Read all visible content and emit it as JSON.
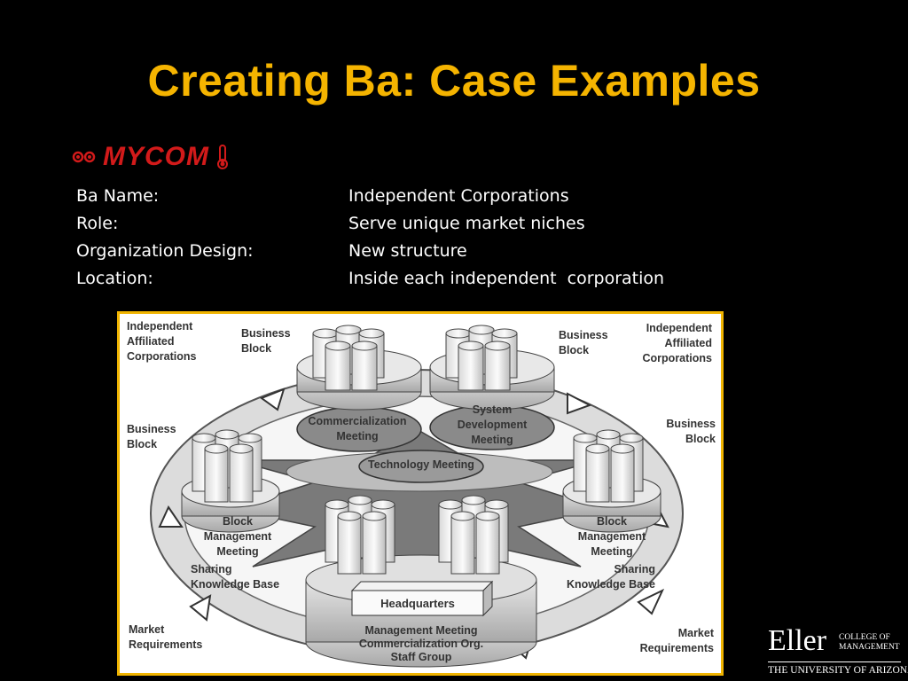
{
  "title": "Creating Ba: Case Examples",
  "logo": {
    "text": "MYCOM",
    "color": "#d21a1a"
  },
  "info": [
    {
      "label": "Ba Name:",
      "value": "Independent Corporations"
    },
    {
      "label": "Role:",
      "value": "Serve unique market niches"
    },
    {
      "label": "Organization Design:",
      "value": "New structure"
    },
    {
      "label": "Location:",
      "value": "Inside each independent  corporation"
    }
  ],
  "diagram": {
    "border_color": "#f0b400",
    "labels": {
      "iac_left": [
        "Independent",
        "Affiliated",
        "Corporations"
      ],
      "bb_top_left": [
        "Business",
        "Block"
      ],
      "bb_top_right": [
        "Business",
        "Block"
      ],
      "iac_right": [
        "Independent",
        "Affiliated",
        "Corporations"
      ],
      "bb_mid_left": [
        "Business",
        "Block"
      ],
      "bb_mid_right": [
        "Business",
        "Block"
      ],
      "comm_meeting": [
        "Commercialization",
        "Meeting"
      ],
      "sys_meeting": [
        "System",
        "Development",
        "Meeting"
      ],
      "tech_meeting": "Technology Meeting",
      "block_mgmt_left": [
        "Block",
        "Management",
        "Meeting"
      ],
      "block_mgmt_right": [
        "Block",
        "Management",
        "Meeting"
      ],
      "sharing_left": [
        "Sharing",
        "Knowledge Base"
      ],
      "sharing_right": [
        "Sharing",
        "Knowledge Base"
      ],
      "headquarters": "Headquarters",
      "hq_sub": [
        "Management Meeting",
        "Commercialization Org.",
        "Staff Group"
      ],
      "market_left": [
        "Market",
        "Requirements"
      ],
      "market_right": [
        "Market",
        "Requirements"
      ]
    }
  },
  "footer": {
    "name": "Eller",
    "sub": [
      "COLLEGE OF",
      "MANAGEMENT"
    ],
    "university": "THE UNIVERSITY OF ARIZONA."
  }
}
